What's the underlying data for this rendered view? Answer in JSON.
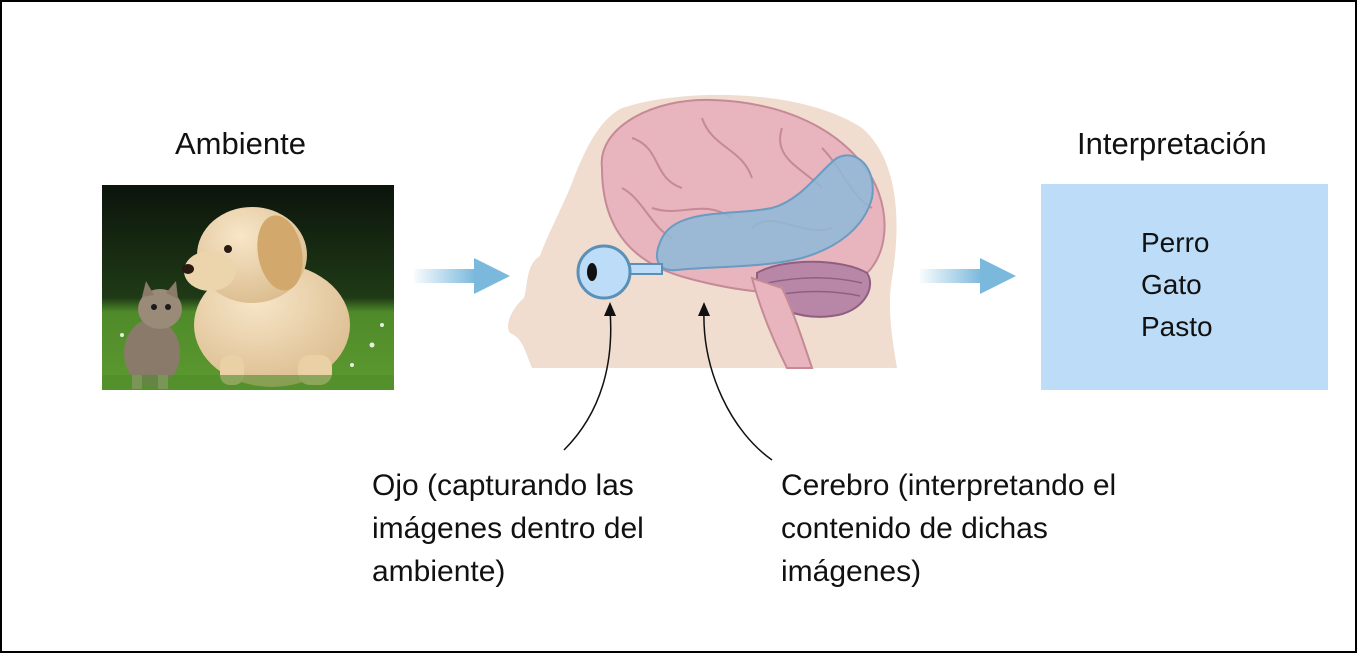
{
  "environment": {
    "title": "Ambiente",
    "image": "puppy-and-kitten-on-grass"
  },
  "interpretation": {
    "title": "Interpretación",
    "items": [
      "Perro",
      "Gato",
      "Pasto"
    ],
    "box_color": "#bcdcf7"
  },
  "head_diagram": {
    "image": "human-head-eye-brain-visual-pathway"
  },
  "flow_arrows": [
    "arrow-right-icon",
    "arrow-right-icon"
  ],
  "annotations": {
    "eye": "Ojo (capturando las imágenes dentro del ambiente)",
    "brain": "Cerebro (interpretando el contenido de dichas imágenes)"
  },
  "colors": {
    "arrow": "#7ab8dc",
    "brain": "#e8b4bd",
    "pathway": "#8db8d8",
    "head": "#f0ddd0"
  }
}
